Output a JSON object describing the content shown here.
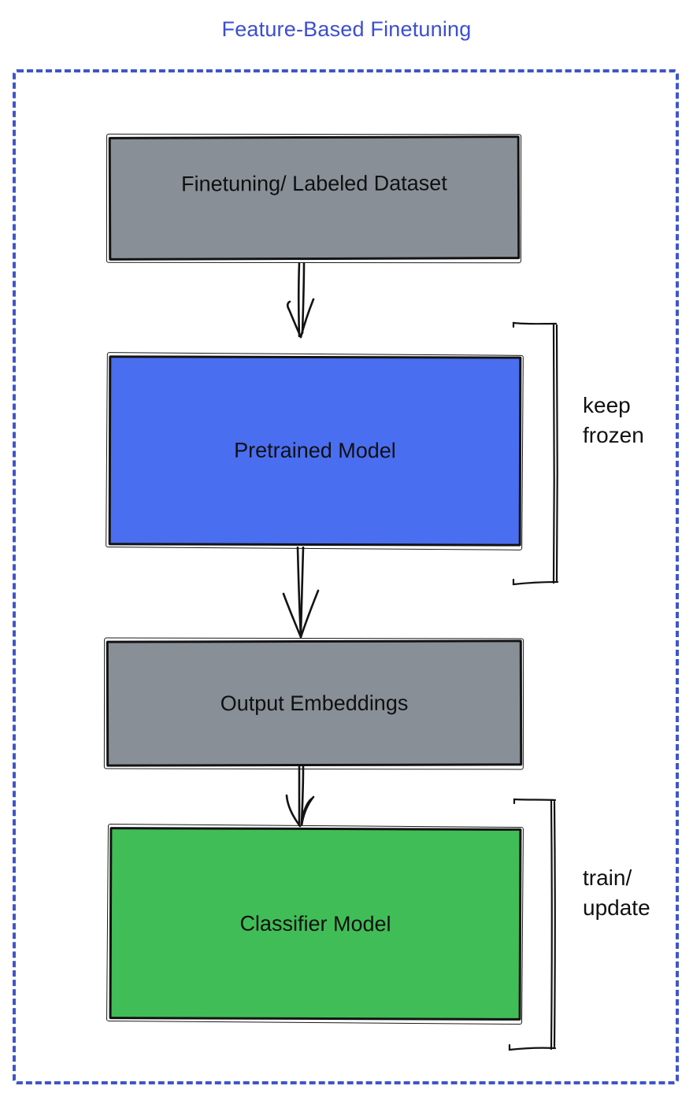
{
  "title": "Feature-Based Finetuning",
  "colors": {
    "title_blue": "#3b4fd0",
    "frame_blue": "#3f55c9",
    "box_gray": "#888f97",
    "box_blue": "#4a6ef0",
    "box_green": "#41bd57",
    "ink_black": "#131313"
  },
  "nodes": [
    {
      "id": "finetuning-dataset",
      "label": "Finetuning/ Labeled Dataset",
      "fill": "#888f97"
    },
    {
      "id": "pretrained-model",
      "label": "Pretrained Model",
      "fill": "#4a6ef0"
    },
    {
      "id": "output-embeddings",
      "label": "Output Embeddings",
      "fill": "#888f97"
    },
    {
      "id": "classifier-model",
      "label": "Classifier Model",
      "fill": "#41bd57"
    }
  ],
  "annotations": {
    "keep_frozen": {
      "line1": "keep",
      "line2": "frozen"
    },
    "train_update": {
      "line1": "train/",
      "line2": "update"
    }
  },
  "connectors": [
    {
      "id": "arrow-dataset-to-pretrained",
      "type": "arrow-down"
    },
    {
      "id": "arrow-pretrained-to-embeddings",
      "type": "arrow-down"
    },
    {
      "id": "arrow-embeddings-to-classifier",
      "type": "arrow-down"
    }
  ]
}
